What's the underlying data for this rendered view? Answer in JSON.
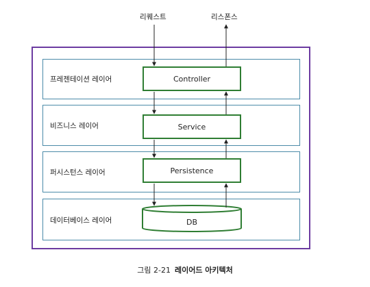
{
  "request_label": "리퀘스트",
  "response_label": "리스폰스",
  "layers": [
    {
      "name": "프레젠테이션 레이어",
      "component": "Controller"
    },
    {
      "name": "비즈니스 레이어",
      "component": "Service"
    },
    {
      "name": "퍼시스턴스 레이어",
      "component": "Persistence"
    },
    {
      "name": "데이터베이스 레이어",
      "component": "DB"
    }
  ],
  "caption": {
    "number": "그림 2-21",
    "title": "레이어드 아키텍처"
  },
  "colors": {
    "outer": "#6b3aa0",
    "layer": "#4a8aa8",
    "component": "#2e7d32"
  }
}
